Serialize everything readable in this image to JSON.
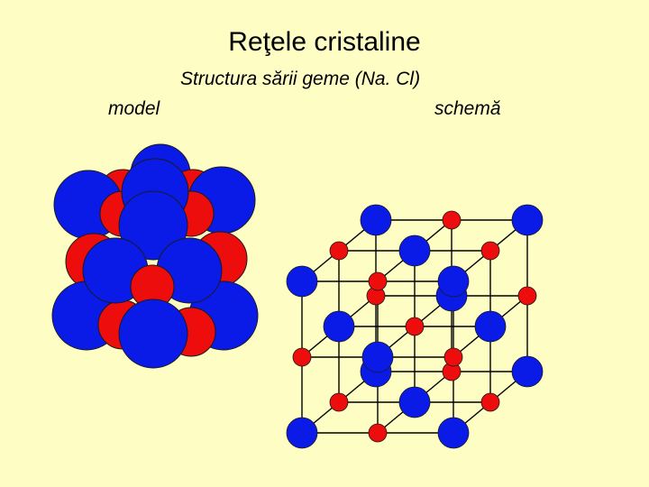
{
  "title": "Reţele cristaline",
  "subtitle": "Structura sării geme (Na. Cl)",
  "left_label": "model",
  "right_label": "schemă",
  "colors": {
    "background": "#fdfdc4",
    "ion_blue": "#0a1be8",
    "ion_red": "#ee0d0d",
    "bond_line": "#000000",
    "outline": "#1a1a1a"
  },
  "ions": [
    "Na",
    "Cl"
  ]
}
